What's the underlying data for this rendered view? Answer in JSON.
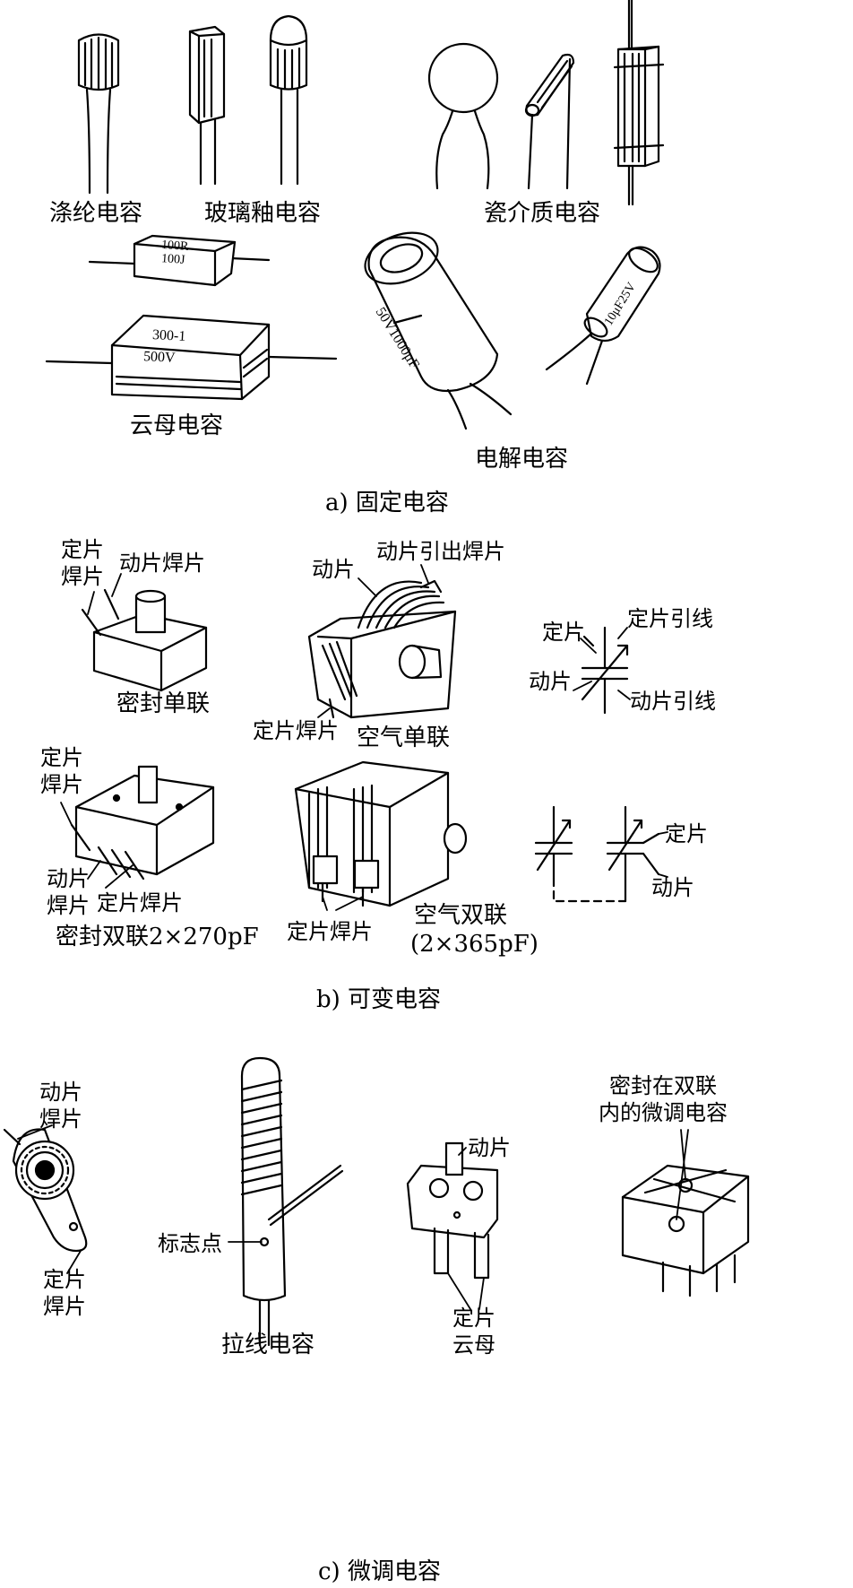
{
  "sections": {
    "a": {
      "caption": "a) 固定电容",
      "labels": {
        "dacron": "涤纶电容",
        "glass": "玻璃釉电容",
        "ceramic": "瓷介质电容",
        "mica": "云母电容",
        "electrolytic": "电解电容"
      },
      "markings": {
        "mica_small_1": "100R",
        "mica_small_2": "100J",
        "mica_big_1": "300-1",
        "mica_big_2": "500V",
        "elec_big": "50V1000μF",
        "elec_small": "10μF25V"
      }
    },
    "b": {
      "caption": "b) 可变电容",
      "labels": {
        "single_sealed_stator": "定片\n焊片",
        "single_sealed_rotor": "动片焊片",
        "single_sealed_name": "密封单联",
        "air_single_rotor": "动片",
        "air_single_rotor_lead": "动片引出焊片",
        "air_single_stator": "定片焊片",
        "air_single_name": "空气单联",
        "sym1_stator": "定片",
        "sym1_stator_lead": "定片引线",
        "sym1_rotor": "动片",
        "sym1_rotor_lead": "动片引线",
        "dual_sealed_stator": "定片\n焊片",
        "dual_sealed_rotor": "动片\n焊片",
        "dual_sealed_stator2": "定片焊片",
        "dual_sealed_name": "密封双联2×270pF",
        "air_dual_stator": "定片焊片",
        "air_dual_name": "空气双联",
        "air_dual_value": "(2×365pF)",
        "sym2_stator": "定片",
        "sym2_rotor": "动片"
      }
    },
    "c": {
      "caption": "c) 微调电容",
      "labels": {
        "trim1_rotor": "动片\n焊片",
        "trim1_stator": "定片\n焊片",
        "wire_mark": "标志点",
        "wire_name": "拉线电容",
        "trim3_rotor": "动片",
        "trim3_stator": "定片\n云母",
        "trim4_desc": "密封在双联\n内的微调电容"
      }
    }
  }
}
